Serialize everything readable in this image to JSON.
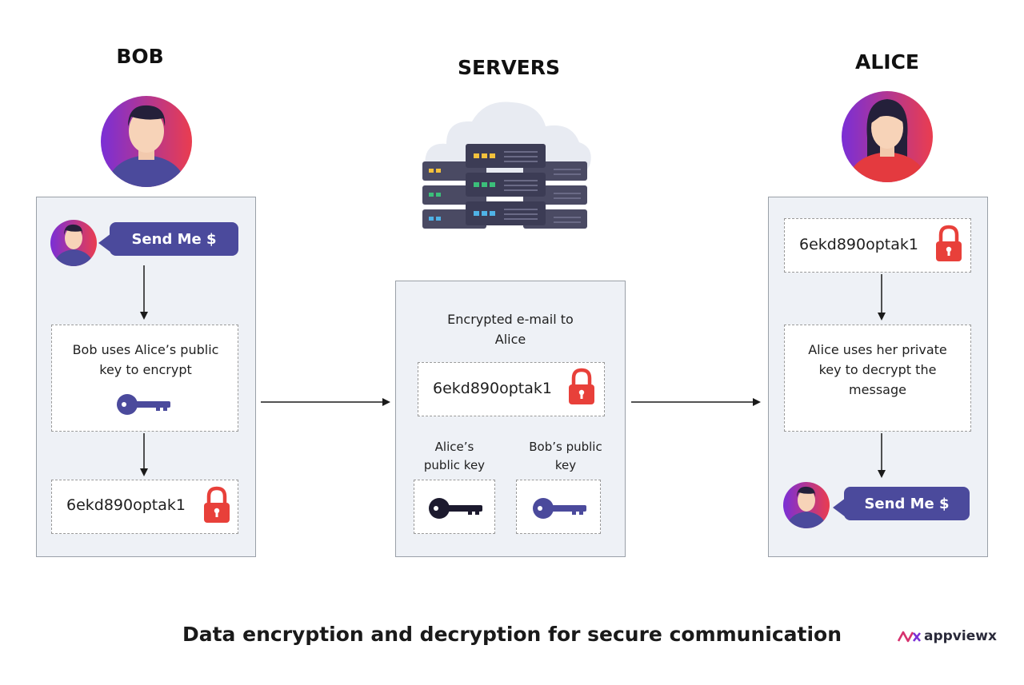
{
  "headings": {
    "bob": "BOB",
    "servers": "SERVERS",
    "alice": "ALICE"
  },
  "bob_panel": {
    "bubble": "Send Me $",
    "step": "Bob uses Alice’s public key to encrypt",
    "cipher": "6ekd890optak1"
  },
  "server_panel": {
    "title": "Encrypted e-mail to Alice",
    "cipher": "6ekd890optak1",
    "alice_key_label": "Alice’s public key",
    "bob_key_label": "Bob’s public key"
  },
  "alice_panel": {
    "cipher": "6ekd890optak1",
    "step": "Alice uses her private key to decrypt the message",
    "bubble": "Send Me $"
  },
  "caption": "Data encryption and decryption for secure communication",
  "brand": {
    "name": "appviewx"
  },
  "colors": {
    "purple": "#4b4a9c",
    "lock_red": "#e8403a",
    "panel_bg": "#eef1f6",
    "key_dark": "#1c1a2e",
    "server_body": "#4a4a63"
  },
  "icons": [
    "avatar-bob",
    "avatar-alice",
    "server-stack-icon",
    "cloud-icon",
    "key-icon",
    "lock-icon",
    "arrow-icon"
  ]
}
